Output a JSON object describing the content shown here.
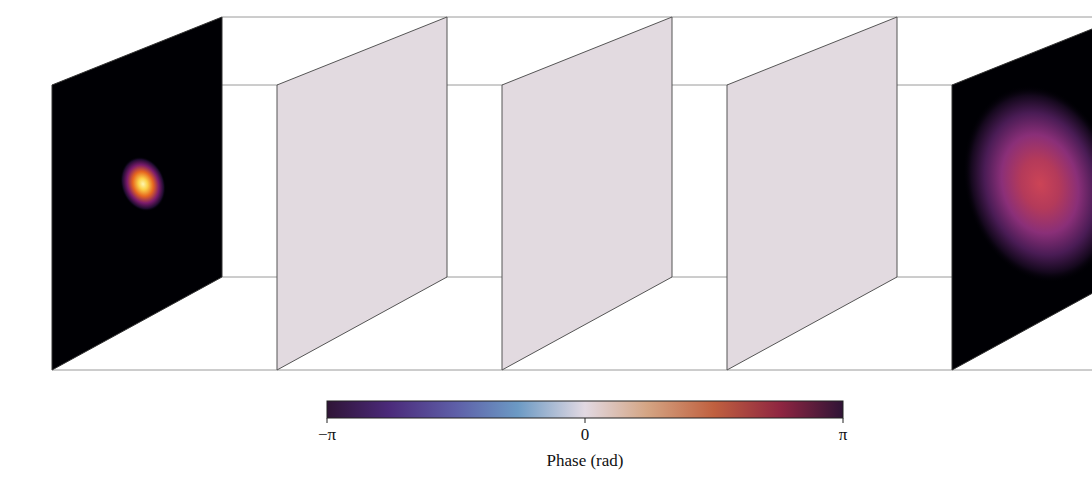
{
  "diagram": {
    "labels": [
      "−π",
      "0",
      "π",
      "Phase (rad)"
    ]
  }
}
